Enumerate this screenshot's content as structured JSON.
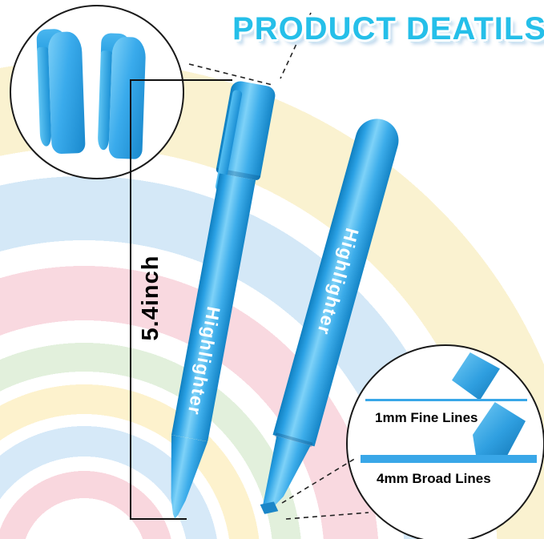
{
  "title": "PRODUCT DEATILS",
  "dimension": {
    "label": "5.4inch"
  },
  "pens": {
    "capped_label": "Highlighter",
    "uncapped_label": "Highlighter"
  },
  "tip_detail": {
    "fine_label": "1mm Fine Lines",
    "broad_label": "4mm Broad Lines"
  },
  "colors": {
    "pen_blue": "#2FA8EC",
    "pen_blue_light": "#7ED2F8",
    "pen_blue_dark": "#1484C6",
    "title_cyan": "#25BFE9",
    "sample_line_blue": "#39A7E8",
    "rainbow_bands": [
      "#FAF2D0",
      "#D4E8F7",
      "#F9D9E0",
      "#E2F0DC",
      "#FDF2CD",
      "#D6E9F8",
      "#F9D7DE"
    ]
  }
}
